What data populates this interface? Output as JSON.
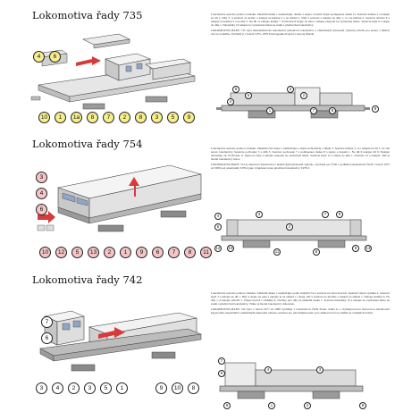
{
  "sections": [
    {
      "title": "Lokomotiva řady 735",
      "paragraphs": [
        "Lokomotivu sestavte pomocí obrázku. Základní desku 1 nasklaďujte, ohněte a slepte, dovnitř vlepte podlepenou desku 1a. Sestavte kabinu 2 a nalepte na díl 1. Díly 3, 4 sestavte do krabic a nalepte na kabinu 2 a na základ 1. Díly 5 sestavte a nalepte na díly 1, 4 a na kabinu 2. Sestavte střechu 6 a nalepte na kabinu 2 a na díly 5. Na díl 1a nalepte kolíky 7. Podvozek 8 slepte na sebe a nalepte zespodu na vyznačené místo. Sestavte krytí 9 a slepte do dílu 1. Nárazníky 10 nalepte na vyznačená místa na zadní a přední části lokomotivy.",
        "LOKOMOTIVA ŘADY 735 byla dieselelektrická lokomotiva (dieselová lokomotiva s elektrickým přenosem výkonu) určená pro posun a lehkou traťovou službu. Vyráběly ji v letech 1973–1979 Tatravagónka Poprad a závody Martin."
      ],
      "callouts": [
        "4",
        "6",
        "10",
        "1",
        "1a",
        "8",
        "7",
        "2",
        "8",
        "3",
        "5",
        "9"
      ],
      "schematic_callouts": [
        "6",
        "5",
        "3",
        "2",
        "4",
        "1",
        "7",
        "8",
        "9"
      ]
    },
    {
      "title": "Lokomotiva řady 754",
      "paragraphs": [
        "Lokomotivu sestavte pomocí obrázku. Základní část trupu 1 nasklaďujte a slepte dohromady s dílem 2. Sestavte kabiny 3, 4 a nalepte na díl 1, na obě konce lokomotivy. Sestavte podvozky 5 z dílů 5. Sestavte podvozek 7 a podlepenou desku 8 a spojte s trupem 1. Na díl 9 nalepte díl 9. Nalepte nárazníky 10. Podvozek 11 slepte na sebe a nalepte zespodu na vyznačená místa. Sestavte krytí 12 a slepte do dílu 1. Sestavte 13 a nalepte. Tím je model lokomotivy hotov.",
        "LOKOMOTIVA ŘADY 754 je dieselová lokomotiva s elektrickým přenosem výkonu, vyrobená pro ČSD v podniku lokomotivek ČKD v letech 1975 až 1980 pod označením T478.4 jako vylepšená verze předchozí lokomotivy T478.3."
      ],
      "callouts": [
        "3",
        "4",
        "6",
        "10",
        "12",
        "5",
        "13",
        "2",
        "1",
        "9",
        "6",
        "7",
        "8",
        "11"
      ],
      "schematic_callouts": [
        "4",
        "6",
        "3",
        "7",
        "9",
        "2",
        "12",
        "10",
        "11",
        "8",
        "5",
        "13"
      ]
    },
    {
      "title": "Lokomotiva řady 742",
      "paragraphs": [
        "Lokomotivu sestavte pomocí obrázku. Základní desku 1 nasklaďujte podle vnějších čar a sestavte na obou koncích. Opatrně vlepte výztuhu 2. Sestavte krytí 3 a nalepte na díl 1. Díly 4 slepte na sebe a nalepte je na základ 1 z kraje. Díl 5 sestavte do krychle a nalepte na základ 1. Nalepte kabinu 6. Na díly 1, 6 nalepte střechu 7. Vlepte krytí 8 s schůdky 9, všechny tyto díly na základní desku 1. Sestavte nárazníky 10 a nalepte na vyznačená místa na zadní a přední části lokomotivy. Tímto je model lokomotivy dokončen.",
        "LOKOMOTIVA ŘADY 742 byla v letech 1977 až 1986 vyráběna v lokomotivce ČKD Praha. Jedná se o čtyřnápravovou motorovou lokomotivu kapotového uspořádání s elektrickým přenosem výkonu, určenou pro náročnější posun a pro lehkou traťovou službu na vedlejších tratích."
      ],
      "callouts": [
        "7",
        "6",
        "3",
        "4",
        "2",
        "3",
        "5",
        "1",
        "9",
        "10",
        "8"
      ],
      "schematic_callouts": [
        "7",
        "6",
        "4",
        "3",
        "9",
        "1",
        "2",
        "8"
      ]
    }
  ],
  "colors": {
    "yellow": "#f6ef8c",
    "red": "#d63a3a",
    "body": "#dcdcdc",
    "dark": "#444444"
  }
}
